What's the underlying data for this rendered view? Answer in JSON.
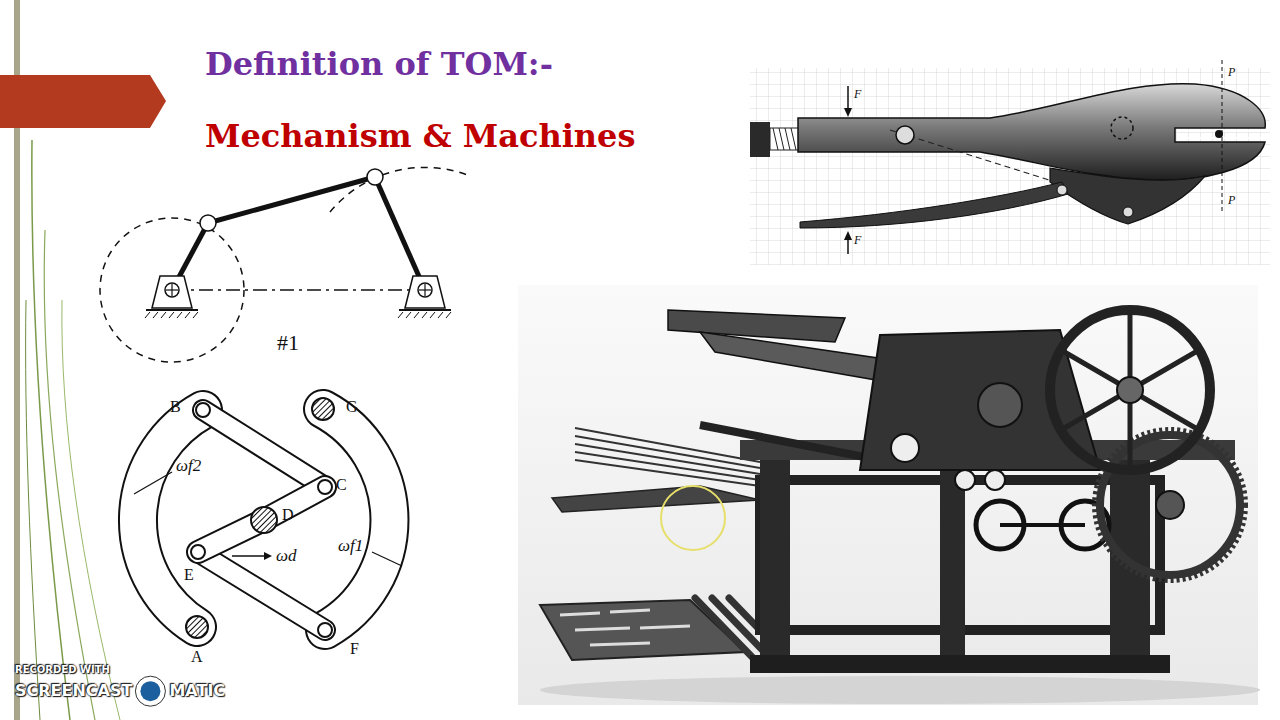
{
  "diagram": {
    "title": "Definition of TOM:-",
    "labels": [
      "Mechanism & Machines",
      "#1",
      "B",
      "G",
      "C",
      "D",
      "E",
      "A",
      "F",
      "ωf2",
      "ωd",
      "ωf1",
      "F",
      "F",
      "P",
      "P",
      "RECORDED WITH",
      "SCREENCAST",
      "MATIC"
    ]
  }
}
